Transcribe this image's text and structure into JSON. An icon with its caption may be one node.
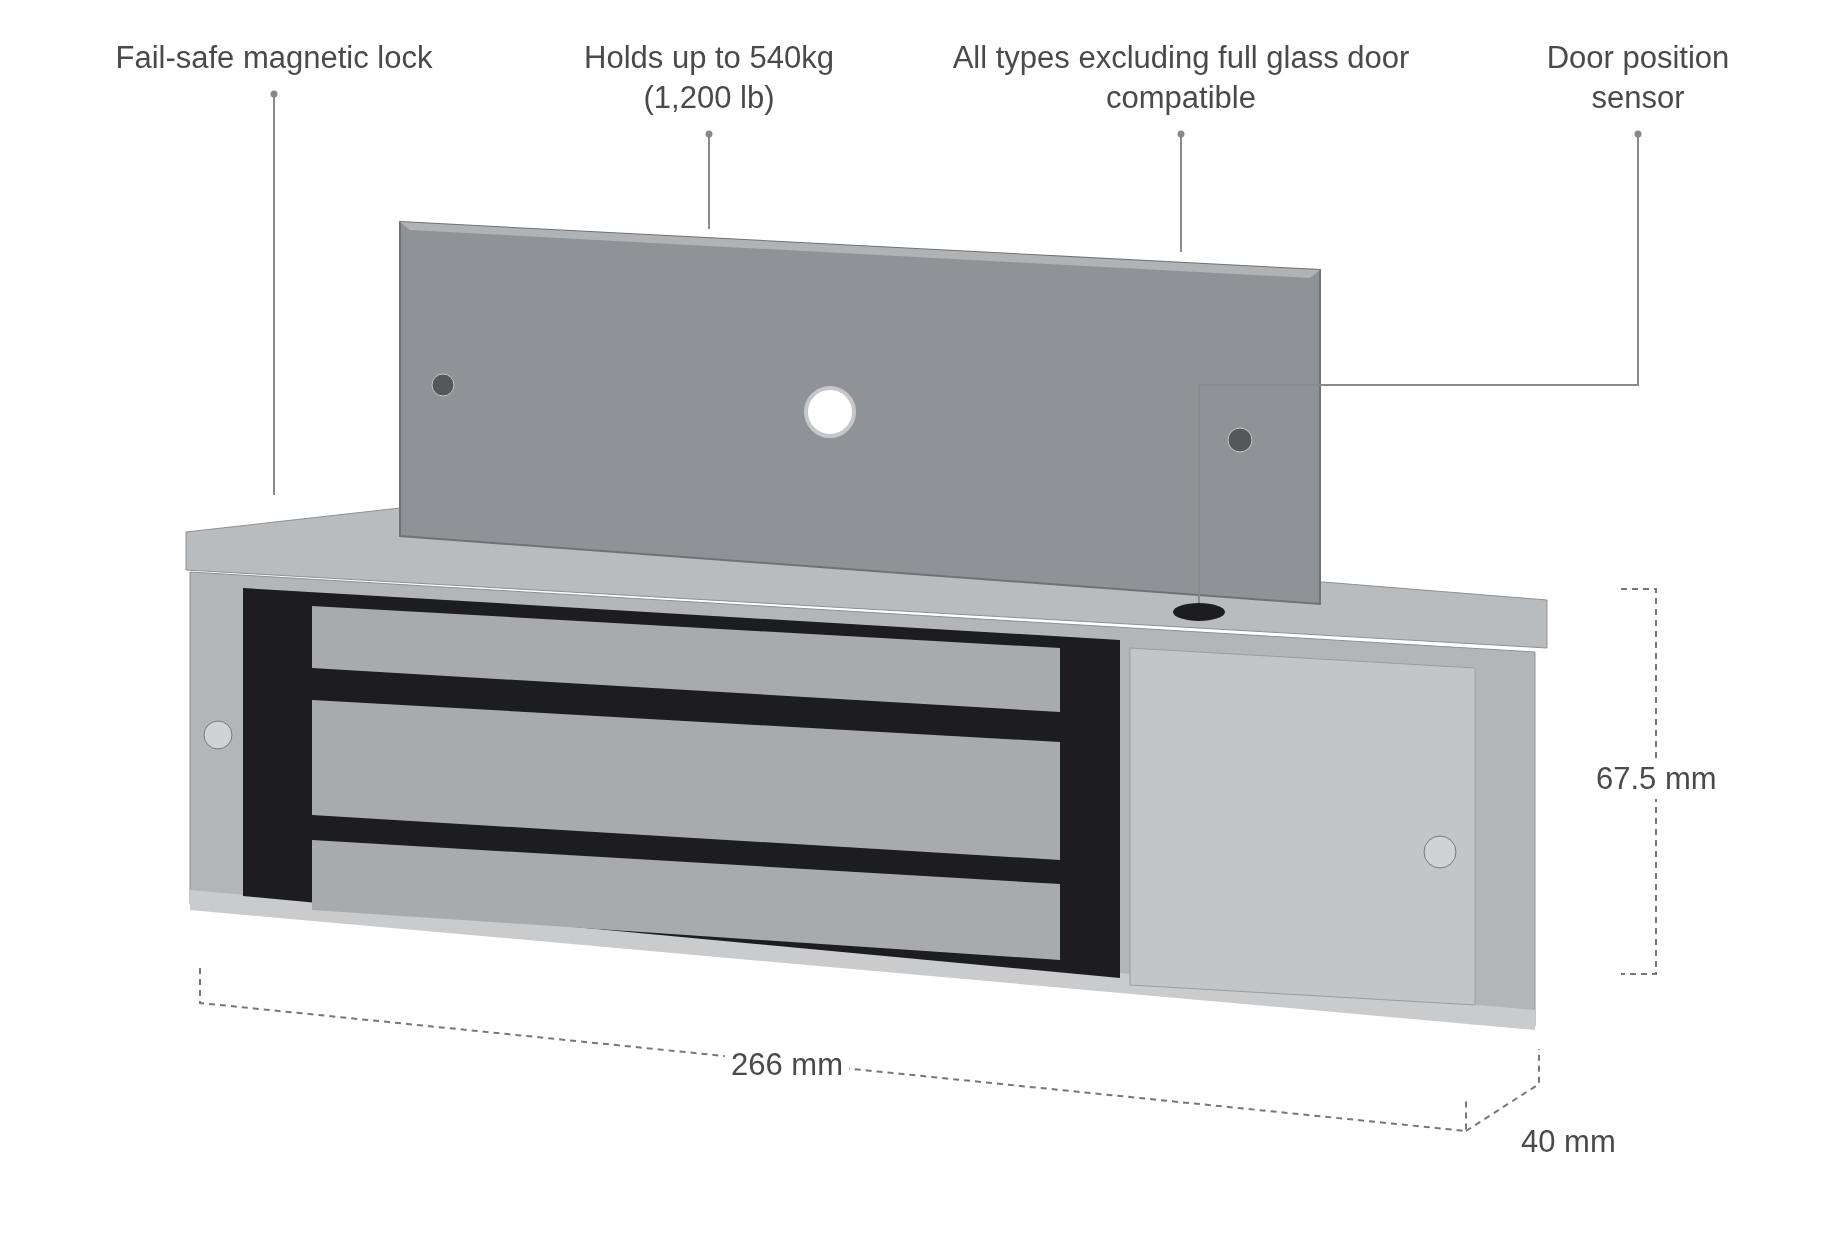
{
  "diagram": {
    "nodes": [
      {
        "text": [
          "Fail-safe magnetic lock"
        ]
      },
      {
        "text": [
          "Holds up to 540kg (1,200 lb)"
        ]
      },
      {
        "text": [
          "All types excluding full glass door compatible"
        ]
      },
      {
        "text": [
          "Door position sensor"
        ]
      },
      {
        "text": [],
        "shape": "picture"
      },
      {
        "text": [],
        "shape": "picture"
      },
      {
        "text": [],
        "shape": "circle"
      }
    ],
    "edges": [
      {
        "from": 0,
        "to": 4,
        "arrow": "other"
      },
      {
        "from": 1,
        "to": 5,
        "arrow": "other"
      },
      {
        "from": 2,
        "to": 5,
        "arrow": "other"
      },
      {
        "from": 3,
        "to": 6,
        "arrow": "other"
      }
    ],
    "labels": [
      "67.5 mm",
      "266 mm",
      "40 mm"
    ]
  }
}
